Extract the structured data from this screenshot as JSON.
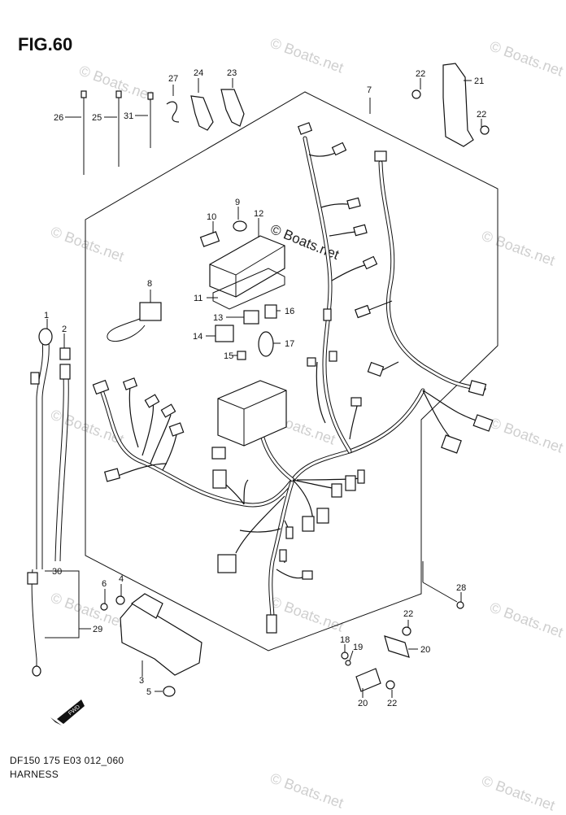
{
  "title": "FIG.60",
  "footer": {
    "code": "DF150 175 E03 012_060",
    "name": "HARNESS"
  },
  "watermark": {
    "text": "© Boats.net",
    "color": "#cfcfcf"
  },
  "direction_marker": "FWD",
  "callouts": [
    "1",
    "2",
    "3",
    "4",
    "5",
    "6",
    "7",
    "8",
    "9",
    "10",
    "11",
    "12",
    "13",
    "14",
    "15",
    "16",
    "17",
    "18",
    "19",
    "20",
    "21",
    "22",
    "23",
    "24",
    "25",
    "26",
    "27",
    "28",
    "29",
    "30",
    "31"
  ]
}
